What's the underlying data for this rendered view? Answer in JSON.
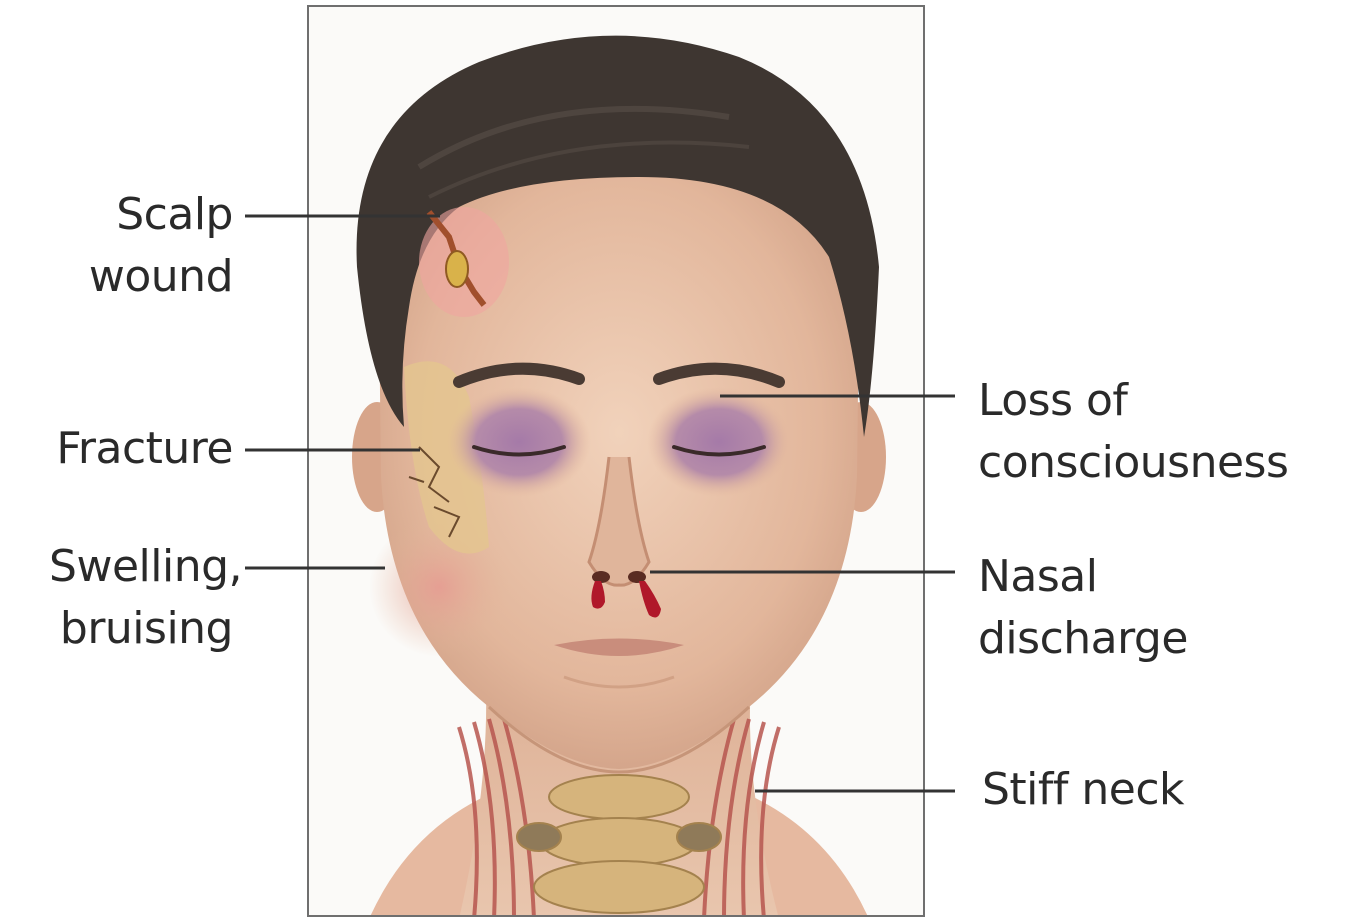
{
  "labels": {
    "scalp_wound": {
      "line1": "Scalp",
      "line2": "wound"
    },
    "fracture": {
      "line1": "Fracture"
    },
    "swelling": {
      "line1": "Swelling,",
      "line2": "bruising"
    },
    "consciousness": {
      "line1": "Loss of",
      "line2": "consciousness"
    },
    "nasal": {
      "line1": "Nasal",
      "line2": "discharge"
    },
    "stiff_neck": {
      "line1": "Stiff neck"
    }
  },
  "colors": {
    "skin": "#e8c2a8",
    "skin_shadow": "#d4a186",
    "hair": "#3e3631",
    "bruise": "#9b6a9c",
    "blood": "#b0182a",
    "muscle": "#c9756a",
    "leader_line": "#333333",
    "frame_border": "#6f6f6f"
  }
}
